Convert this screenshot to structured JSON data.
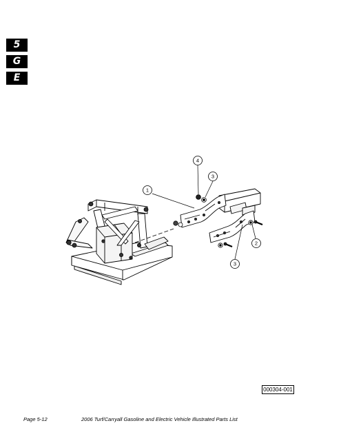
{
  "section_tabs": [
    "5",
    "G",
    "E"
  ],
  "callouts": [
    "1",
    "2",
    "3",
    "3",
    "4"
  ],
  "figure_id": "000304-001",
  "footer": {
    "page": "Page 5-12",
    "title": "2006 Turf/Carryall Gasoline and Electric Vehicle Illustrated Parts List"
  }
}
